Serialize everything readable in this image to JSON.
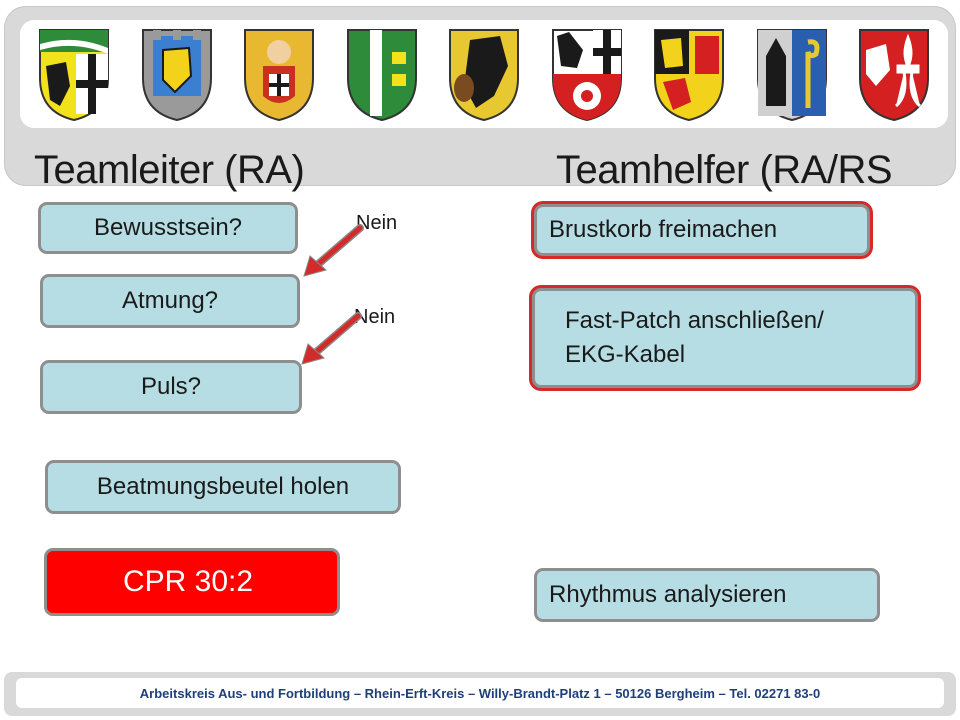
{
  "header": {
    "title_left": "Teamleiter (RA)",
    "title_right": "Teamhelfer (RA/RS",
    "crests": [
      {
        "name": "coat-of-arms-1-icon",
        "colors": [
          "#2e8b3a",
          "#f2e21b",
          "#1a1a1a"
        ]
      },
      {
        "name": "coat-of-arms-2-icon",
        "colors": [
          "#3a7fd0",
          "#f2d21b",
          "#8c8c8c"
        ]
      },
      {
        "name": "coat-of-arms-3-icon",
        "colors": [
          "#e8b830",
          "#c83020",
          "#1a1a1a"
        ]
      },
      {
        "name": "coat-of-arms-4-icon",
        "colors": [
          "#2e8b3a",
          "#f2e21b"
        ]
      },
      {
        "name": "coat-of-arms-5-icon",
        "colors": [
          "#e8c830",
          "#1a1a1a",
          "#7a4a20"
        ]
      },
      {
        "name": "coat-of-arms-6-icon",
        "colors": [
          "#ffffff",
          "#d42020",
          "#1a1a1a"
        ]
      },
      {
        "name": "coat-of-arms-7-icon",
        "colors": [
          "#f2d21b",
          "#d42020",
          "#1a1a1a"
        ]
      },
      {
        "name": "coat-of-arms-8-icon",
        "colors": [
          "#d0d0d0",
          "#1a1a1a",
          "#2a5fb0",
          "#e8c830"
        ]
      },
      {
        "name": "coat-of-arms-9-icon",
        "colors": [
          "#d42020",
          "#ffffff"
        ]
      }
    ]
  },
  "left": {
    "bewusstsein": "Bewusstsein?",
    "atmung": "Atmung?",
    "puls": "Puls?",
    "beatmungsbeutel": "Beatmungsbeutel holen",
    "cpr": "CPR 30:2",
    "nein_1": "Nein",
    "nein_2": "Nein"
  },
  "right": {
    "brustkorb": "Brustkorb freimachen",
    "fastpatch_line1": "Fast-Patch anschließen/",
    "fastpatch_line2": "EKG-Kabel",
    "rhythmus": "Rhythmus analysieren"
  },
  "footer": {
    "text": "Arbeitskreis Aus- und Fortbildung – Rhein-Erft-Kreis – Willy-Brandt-Platz 1 – 50126 Bergheim – Tel. 02271 83-0"
  },
  "colors": {
    "box_fill": "#b7dde4",
    "box_border": "#8e8e8e",
    "cpr_fill": "#ff0000",
    "arrow": "#d42a2a",
    "footer_text": "#1f3f7a"
  }
}
